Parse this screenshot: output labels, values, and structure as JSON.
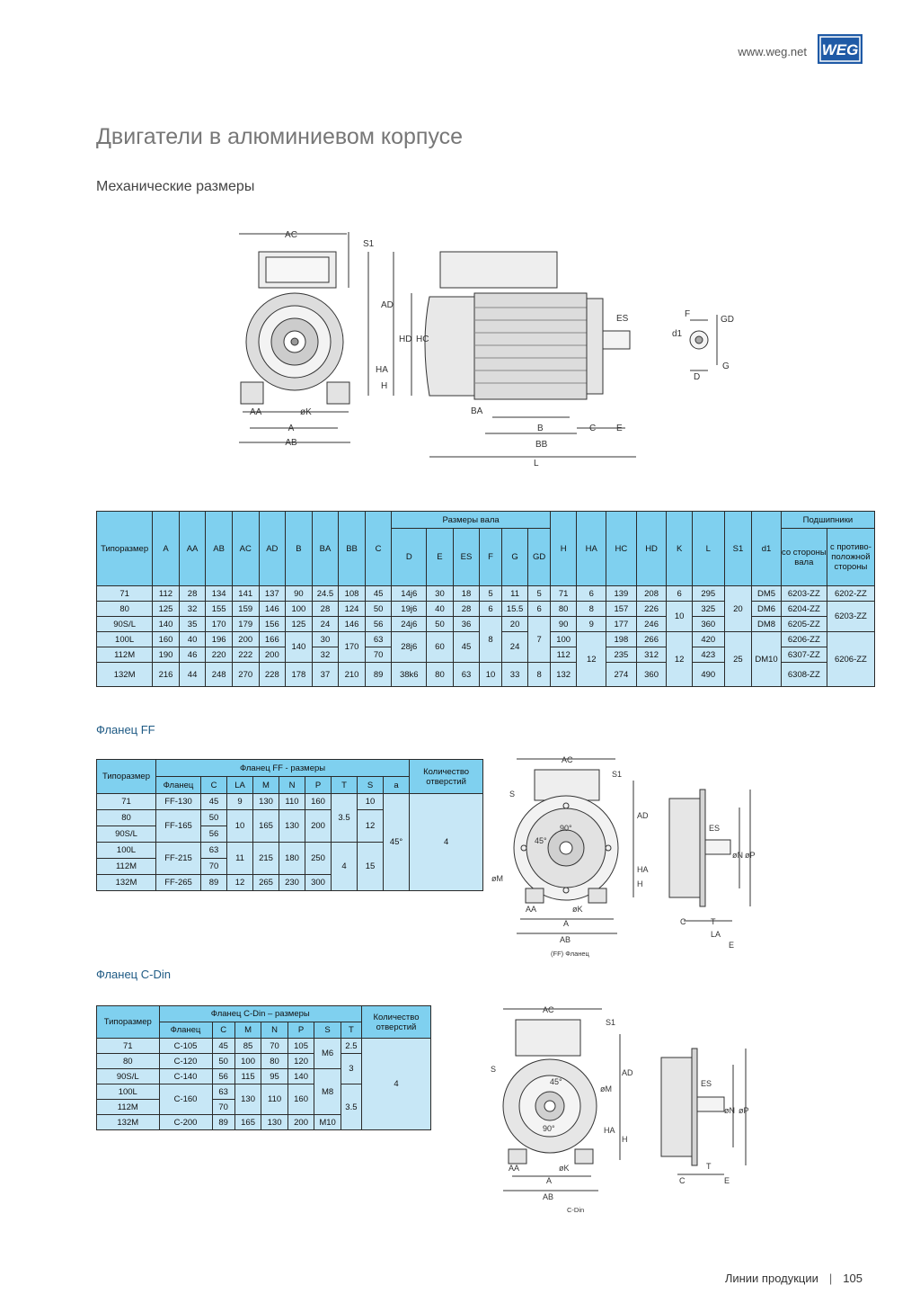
{
  "header": {
    "url": "www.weg.net",
    "logo": "WEG"
  },
  "page": {
    "title": "Двигатели в алюминиевом корпусе",
    "subtitle": "Механические размеры",
    "section_ff": "Фланец FF",
    "section_cdin": "Фланец C-Din",
    "caption_ff": "(FF) Фланец",
    "caption_cdin": "C-Din"
  },
  "footer": {
    "label": "Линии продукции",
    "page_number": "105"
  },
  "diagram_labels": {
    "AC": "AC",
    "S1": "S1",
    "AD": "AD",
    "HD": "HD",
    "HC": "HC",
    "H": "H",
    "HA": "HA",
    "AA": "AA",
    "K": "øK",
    "A": "A",
    "AB": "AB",
    "BA": "BA",
    "B": "B",
    "BB": "BB",
    "L": "L",
    "C": "C",
    "E": "E",
    "ES": "ES",
    "F": "F",
    "GD": "GD",
    "d1": "d1",
    "D": "D",
    "G": "G",
    "S": "S",
    "M": "øM",
    "N": "øN",
    "P": "øP",
    "T": "T",
    "LA": "LA",
    "deg90": "90°",
    "deg45": "45°"
  },
  "main_table": {
    "headers": {
      "frame": "Типоразмер",
      "shaft_group": "Размеры вала",
      "bearings_group": "Подшипники",
      "bearing_de": "со стороны вала",
      "bearing_nde": "с противо-положной стороны",
      "A": "A",
      "AA": "AA",
      "AB": "AB",
      "AC": "AC",
      "AD": "AD",
      "B": "B",
      "BA": "BA",
      "BB": "BB",
      "C": "C",
      "D": "D",
      "E": "E",
      "ES": "ES",
      "F": "F",
      "G": "G",
      "GD": "GD",
      "H": "H",
      "HA": "HA",
      "HC": "HC",
      "HD": "HD",
      "K": "K",
      "L": "L",
      "S1": "S1",
      "d1": "d1"
    },
    "rows": [
      {
        "frame": "71",
        "A": "112",
        "AA": "28",
        "AB": "134",
        "AC": "141",
        "AD": "137",
        "B": "90",
        "BA": "24.5",
        "BB": "108",
        "C": "45",
        "D": "14j6",
        "E": "30",
        "ES": "18",
        "F": "5",
        "G": "11",
        "GD": "5",
        "H": "71",
        "HA": "6",
        "HC": "139",
        "HD": "208",
        "K": "6",
        "L": "295",
        "d1": "DM5",
        "bearing_de": "6203-ZZ",
        "bearing_nde": "6202-ZZ"
      },
      {
        "frame": "80",
        "A": "125",
        "AA": "32",
        "AB": "155",
        "AC": "159",
        "AD": "146",
        "B": "100",
        "BA": "28",
        "BB": "124",
        "C": "50",
        "D": "19j6",
        "E": "40",
        "ES": "28",
        "F": "6",
        "G": "15.5",
        "GD": "6",
        "H": "80",
        "HA": "8",
        "HC": "157",
        "HD": "226",
        "L": "325",
        "d1": "DM6",
        "bearing_de": "6204-ZZ"
      },
      {
        "frame": "90S/L",
        "A": "140",
        "AA": "35",
        "AB": "170",
        "AC": "179",
        "AD": "156",
        "B": "125",
        "BA": "24",
        "BB": "146",
        "C": "56",
        "D": "24j6",
        "E": "50",
        "ES": "36",
        "G": "20",
        "H": "90",
        "HA": "9",
        "HC": "177",
        "HD": "246",
        "L": "360",
        "d1": "DM8",
        "bearing_de": "6205-ZZ"
      },
      {
        "frame": "100L",
        "A": "160",
        "AA": "40",
        "AB": "196",
        "AC": "200",
        "AD": "166",
        "BA": "30",
        "C": "63",
        "H": "100",
        "HC": "198",
        "HD": "266",
        "L": "420",
        "bearing_de": "6206-ZZ"
      },
      {
        "frame": "112M",
        "A": "190",
        "AA": "46",
        "AB": "220",
        "AC": "222",
        "AD": "200",
        "BA": "32",
        "C": "70",
        "H": "112",
        "HC": "235",
        "HD": "312",
        "L": "423",
        "bearing_de": "6307-ZZ"
      },
      {
        "frame": "132M",
        "A": "216",
        "AA": "44",
        "AB": "248",
        "AC": "270",
        "AD": "228",
        "B": "178",
        "BA": "37",
        "BB": "210",
        "C": "89",
        "D": "38k6",
        "E": "80",
        "ES": "63",
        "F": "10",
        "G": "33",
        "GD": "8",
        "H": "132",
        "HC": "274",
        "HD": "360",
        "L": "490",
        "bearing_de": "6308-ZZ"
      }
    ],
    "merged": {
      "K_80_90": "10",
      "S1_71_90": "20",
      "nde_80_90": "6203-ZZ",
      "B_100_112": "140",
      "BB_100_112": "170",
      "D_100_112": "28j6",
      "E_100_112": "60",
      "ES_100_112": "45",
      "F_90_112": "8",
      "G_100_112": "24",
      "GD_90_112": "7",
      "HA_100_132": "12",
      "K_100_132": "12",
      "S1_100_132": "25",
      "d1_100_132": "DM10",
      "nde_100_132": "6206-ZZ"
    }
  },
  "ff_table": {
    "headers": {
      "frame": "Типоразмер",
      "group": "Фланец FF - размеры",
      "holes": "Количество отверстий",
      "flange": "Фланец",
      "C": "C",
      "LA": "LA",
      "M": "M",
      "N": "N",
      "P": "P",
      "T": "T",
      "S": "S",
      "a": "a"
    },
    "rows": [
      {
        "frame": "71",
        "flange": "FF-130",
        "C": "45",
        "LA": "9",
        "M": "130",
        "N": "110",
        "P": "160",
        "S": "10"
      },
      {
        "frame": "80",
        "C": "50"
      },
      {
        "frame": "90S/L",
        "C": "56"
      },
      {
        "frame": "100L",
        "C": "63"
      },
      {
        "frame": "112M",
        "C": "70"
      },
      {
        "frame": "132M",
        "flange": "FF-265",
        "C": "89",
        "LA": "12",
        "M": "265",
        "N": "230",
        "P": "300"
      }
    ],
    "merged": {
      "flange_80_90": "FF-165",
      "LA_80_90": "10",
      "M_80_90": "165",
      "N_80_90": "130",
      "P_80_90": "200",
      "T_71_90": "3.5",
      "S_80_90": "12",
      "flange_100_112": "FF-215",
      "LA_100_112": "11",
      "M_100_112": "215",
      "N_100_112": "180",
      "P_100_112": "250",
      "T_100_132": "4",
      "S_100_132": "15",
      "a_all": "45°",
      "holes_all": "4"
    }
  },
  "cdin_table": {
    "headers": {
      "frame": "Типоразмер",
      "group": "Фланец C-Din – размеры",
      "holes": "Количество отверстий",
      "flange": "Фланец",
      "C": "C",
      "M": "M",
      "N": "N",
      "P": "P",
      "S": "S",
      "T": "T"
    },
    "rows": [
      {
        "frame": "71",
        "flange": "C-105",
        "C": "45",
        "M": "85",
        "N": "70",
        "P": "105",
        "T": "2.5"
      },
      {
        "frame": "80",
        "flange": "C-120",
        "C": "50",
        "M": "100",
        "N": "80",
        "P": "120"
      },
      {
        "frame": "90S/L",
        "flange": "C-140",
        "C": "56",
        "M": "115",
        "N": "95",
        "P": "140"
      },
      {
        "frame": "100L",
        "C": "63"
      },
      {
        "frame": "112M",
        "C": "70"
      },
      {
        "frame": "132M",
        "flange": "C-200",
        "C": "89",
        "M": "165",
        "N": "130",
        "P": "200",
        "S": "M10"
      }
    ],
    "merged": {
      "S_71_80": "M6",
      "T_80_90": "3",
      "S_90_112": "M8",
      "T_100_132": "3.5",
      "flange_100_112": "C-160",
      "M_100_112": "130",
      "N_100_112": "110",
      "P_100_112": "160",
      "holes_all": "4"
    }
  }
}
